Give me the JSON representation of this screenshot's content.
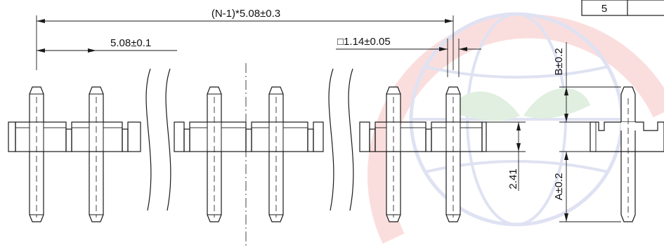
{
  "dimensions": {
    "overall_pitch": "(N-1)*5.08±0.3",
    "pitch": "5.08±0.1",
    "pin_square": "□1.14±0.05",
    "body_height": "2.41",
    "upper_length": "B±0.2",
    "lower_length": "A±0.2"
  },
  "table": {
    "cell_value": "5"
  },
  "colors": {
    "line": "#1a1a1a",
    "watermark_red": "#e53935",
    "watermark_blue": "#3f51b5",
    "watermark_green": "#43a047"
  }
}
